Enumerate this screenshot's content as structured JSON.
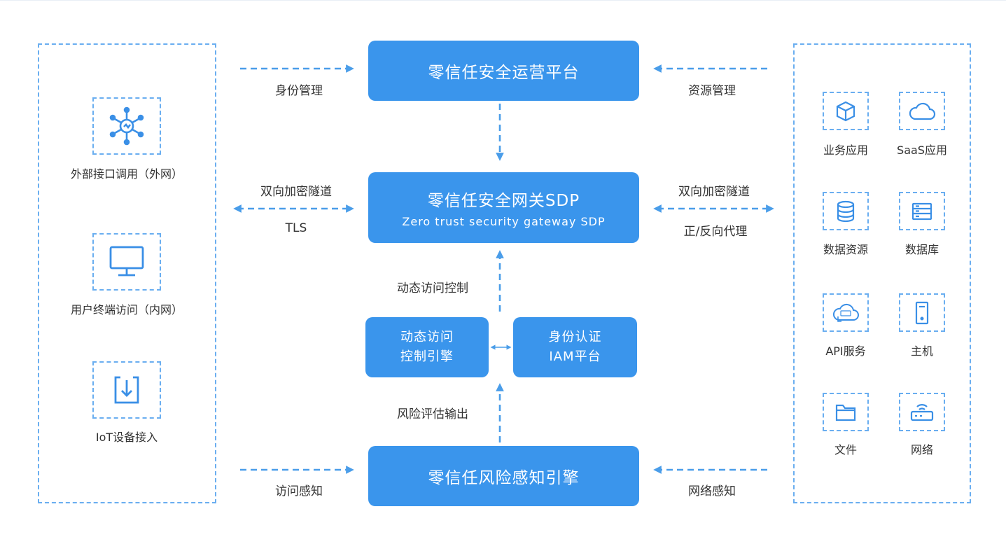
{
  "left_panel": {
    "items": [
      {
        "label": "外部接口调用（外网）",
        "icon": "network-hub-icon"
      },
      {
        "label": "用户终端访问（内网）",
        "icon": "monitor-icon"
      },
      {
        "label": "IoT设备接入",
        "icon": "download-device-icon"
      }
    ]
  },
  "right_panel": {
    "items": [
      {
        "label": "业务应用",
        "icon": "cube-icon"
      },
      {
        "label": "SaaS应用",
        "icon": "cloud-icon"
      },
      {
        "label": "数据资源",
        "icon": "database-icon"
      },
      {
        "label": "数据库",
        "icon": "server-rack-icon"
      },
      {
        "label": "API服务",
        "icon": "api-cloud-icon"
      },
      {
        "label": "主机",
        "icon": "host-icon"
      },
      {
        "label": "文件",
        "icon": "folder-icon"
      },
      {
        "label": "网络",
        "icon": "router-icon"
      }
    ]
  },
  "center": {
    "ops_platform": "零信任安全运营平台",
    "gateway_title": "零信任安全网关SDP",
    "gateway_subtitle": "Zero trust security gateway SDP",
    "access_engine_line1": "动态访问",
    "access_engine_line2": "控制引擎",
    "iam_line1": "身份认证",
    "iam_line2": "IAM平台",
    "risk_engine": "零信任风险感知引擎"
  },
  "labels": {
    "identity_mgmt": "身份管理",
    "resource_mgmt": "资源管理",
    "tunnel_left": "双向加密隧道",
    "tls": "TLS",
    "tunnel_right": "双向加密隧道",
    "proxy": "正/反向代理",
    "dynamic_access": "动态访问控制",
    "risk_output": "风险评估输出",
    "access_sense": "访问感知",
    "network_sense": "网络感知"
  },
  "colors": {
    "primary": "#3a95ec",
    "dashed": "#6aaef0",
    "icon": "#3a8fe6"
  }
}
